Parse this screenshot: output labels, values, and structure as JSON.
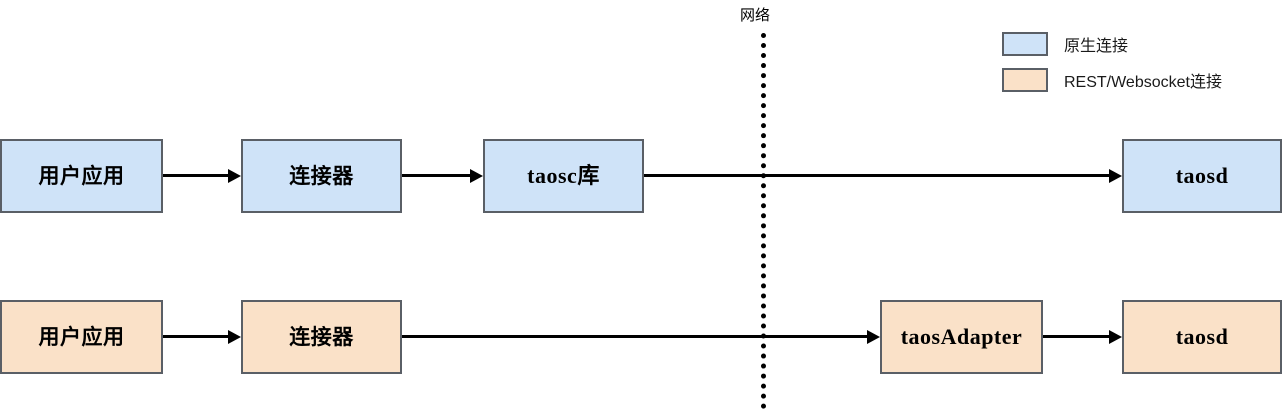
{
  "diagram": {
    "divider": {
      "label": "网络",
      "style": "dotted-vertical"
    },
    "legend": {
      "items": [
        {
          "swatch": "blue",
          "label": "原生连接",
          "color": "#cfe3f8"
        },
        {
          "swatch": "peach",
          "label": "REST/Websocket连接",
          "color": "#fae1c8"
        }
      ]
    },
    "rows": [
      {
        "name": "native-connection-row",
        "color": "#cfe3f8",
        "nodes": [
          {
            "id": "user-app-native",
            "label": "用户应用",
            "script": "cjk"
          },
          {
            "id": "connector-native",
            "label": "连接器",
            "script": "cjk"
          },
          {
            "id": "taosc-library",
            "label": "taosc库",
            "script": "serif"
          },
          {
            "id": "taosd-native",
            "label": "taosd",
            "script": "serif"
          }
        ]
      },
      {
        "name": "rest-websocket-row",
        "color": "#fae1c8",
        "nodes": [
          {
            "id": "user-app-rest",
            "label": "用户应用",
            "script": "cjk"
          },
          {
            "id": "connector-rest",
            "label": "连接器",
            "script": "cjk"
          },
          {
            "id": "taos-adapter",
            "label": "taosAdapter",
            "script": "serif"
          },
          {
            "id": "taosd-rest",
            "label": "taosd",
            "script": "serif"
          }
        ]
      }
    ]
  }
}
